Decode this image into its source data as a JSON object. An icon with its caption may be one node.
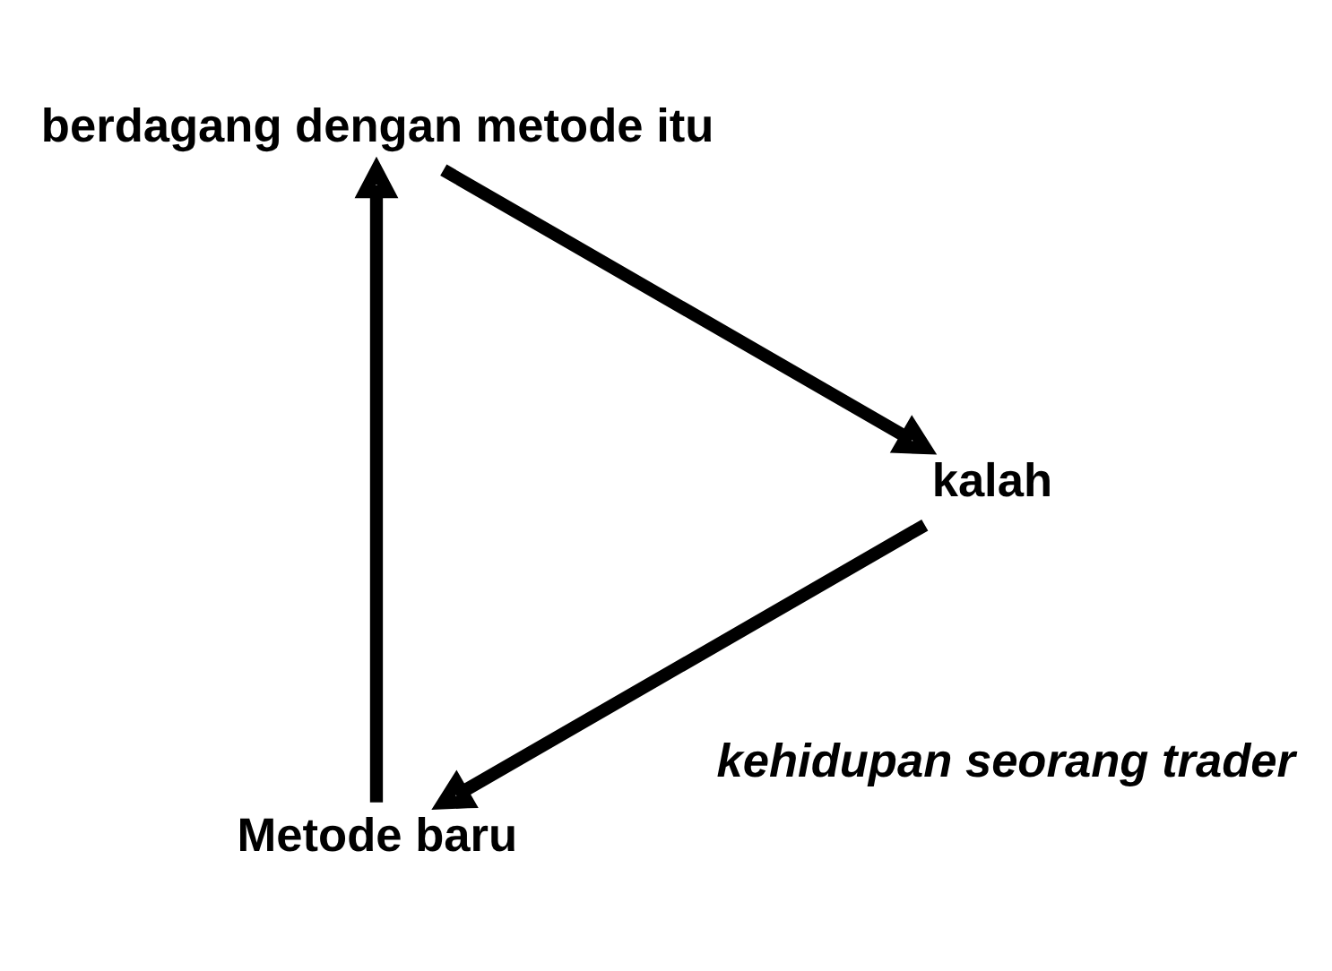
{
  "diagram": {
    "nodes": [
      {
        "text": [
          "Metode baru"
        ]
      },
      {
        "text": [
          "kalah"
        ]
      },
      {
        "text": [
          "berdagang dengan metode itu"
        ]
      }
    ],
    "edges": [
      {
        "from": 1,
        "to": 0,
        "arrow": "to"
      },
      {
        "from": 0,
        "to": 2,
        "arrow": "to"
      },
      {
        "from": 2,
        "to": 1,
        "arrow": "to"
      }
    ],
    "labels": [
      "kehidupan seorang trader"
    ]
  }
}
